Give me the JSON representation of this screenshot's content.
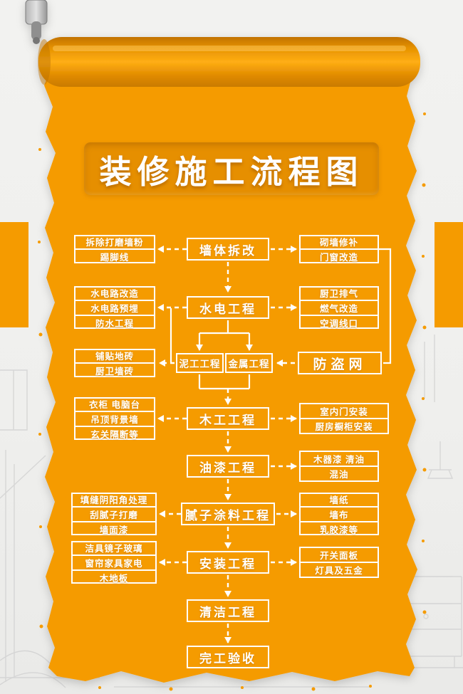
{
  "title": "装修施工流程图",
  "colors": {
    "paint": "#F59B00",
    "panel": "#E68F00",
    "text": "#FFFFFF"
  },
  "flow": {
    "main": [
      {
        "label": "墙体拆改"
      },
      {
        "label": "水电工程"
      },
      {
        "label": "泥工工程"
      },
      {
        "label": "金属工程"
      },
      {
        "label": "木工工程"
      },
      {
        "label": "油漆工程"
      },
      {
        "label": "腻子涂料工程"
      },
      {
        "label": "安装工程"
      },
      {
        "label": "清洁工程"
      },
      {
        "label": "完工验收"
      }
    ],
    "left": [
      {
        "lines": [
          "拆除打磨墙粉",
          "踢脚线"
        ]
      },
      {
        "lines": [
          "水电路改造",
          "水电路预埋",
          "防水工程"
        ]
      },
      {
        "lines": [
          "铺贴地砖",
          "厨卫墙砖"
        ]
      },
      {
        "lines": [
          "衣柜 电脑台",
          "吊顶背景墙",
          "玄关隔断等"
        ]
      },
      {
        "lines": [
          "填缝阴阳角处理",
          "刮腻子打磨",
          "墙面漆"
        ]
      },
      {
        "lines": [
          "洁具镜子玻璃",
          "窗帘家具家电",
          "木地板"
        ]
      }
    ],
    "right": [
      {
        "lines": [
          "砌墙修补",
          "门窗改造"
        ]
      },
      {
        "lines": [
          "厨卫排气",
          "燃气改造",
          "空调线口"
        ]
      },
      {
        "lines": [
          "防盗网"
        ]
      },
      {
        "lines": [
          "室内门安装",
          "厨房橱柜安装"
        ]
      },
      {
        "lines": [
          "木器漆 清油",
          "混油"
        ]
      },
      {
        "lines": [
          "墙纸",
          "墙布",
          "乳胶漆等"
        ]
      },
      {
        "lines": [
          "开关面板",
          "灯具及五金"
        ]
      }
    ]
  }
}
